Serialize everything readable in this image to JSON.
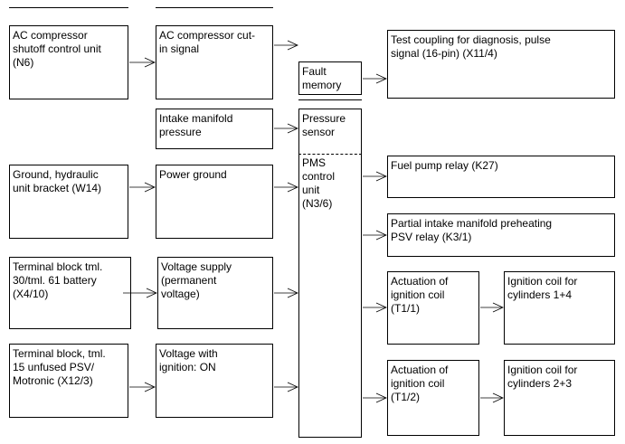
{
  "boxes": {
    "n6": "AC compressor\nshutoff control unit\n(N6)",
    "cutin": "AC compressor cut-\nin signal",
    "fault": "Fault\nmemory",
    "x11": "Test coupling for diagnosis, pulse\nsignal (16-pin) (X11/4)",
    "intake": "Intake manifold\npressure",
    "psensor": "Pressure\nsensor",
    "w14": "Ground, hydraulic\nunit bracket (W14)",
    "pground": "Power ground",
    "pms": "PMS\ncontrol\nunit\n(N3/6)",
    "k27": "Fuel pump relay (K27)",
    "k31": "Partial intake manifold preheating\nPSV relay (K3/1)",
    "x410": "Terminal block tml.\n30/tml. 61 battery\n(X4/10)",
    "vsupply": "Voltage supply\n(permanent\nvoltage)",
    "t11": "Actuation of\nignition coil\n(T1/1)",
    "coil14": "Ignition coil for\ncylinders 1+4",
    "x123": "Terminal block, tml.\n15 unfused PSV/\nMotronic (X12/3)",
    "vign": "Voltage with\nignition: ON",
    "t12": "Actuation of\nignition coil\n(T1/2)",
    "coil23": "Ignition coil for\ncylinders 2+3"
  }
}
